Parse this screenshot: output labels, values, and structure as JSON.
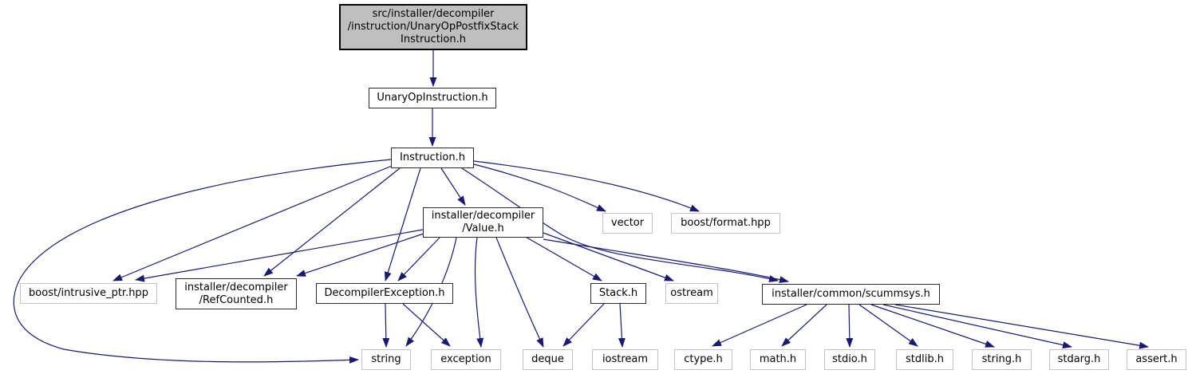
{
  "diagram": {
    "type": "include-dependency-graph",
    "edge_color": "#191970",
    "current_node_fill": "#bfbfbf",
    "node_fill": "#ffffff",
    "internal_border": "#2a2a2a",
    "external_border": "#c3c3c3",
    "nodes": [
      {
        "id": "main",
        "label": "src/installer/decompiler\n/instruction/UnaryOpPostfixStack\nInstruction.h",
        "kind": "current"
      },
      {
        "id": "unaryop",
        "label": "UnaryOpInstruction.h",
        "kind": "internal"
      },
      {
        "id": "instruction",
        "label": "Instruction.h",
        "kind": "internal"
      },
      {
        "id": "value",
        "label": "installer/decompiler\n/Value.h",
        "kind": "internal"
      },
      {
        "id": "vector",
        "label": "vector",
        "kind": "external"
      },
      {
        "id": "format",
        "label": "boost/format.hpp",
        "kind": "external"
      },
      {
        "id": "intrusive",
        "label": "boost/intrusive_ptr.hpp",
        "kind": "external"
      },
      {
        "id": "refcounted",
        "label": "installer/decompiler\n/RefCounted.h",
        "kind": "internal"
      },
      {
        "id": "decompexc",
        "label": "DecompilerException.h",
        "kind": "internal"
      },
      {
        "id": "stack",
        "label": "Stack.h",
        "kind": "internal"
      },
      {
        "id": "ostream",
        "label": "ostream",
        "kind": "external"
      },
      {
        "id": "scummsys",
        "label": "installer/common/scummsys.h",
        "kind": "internal"
      },
      {
        "id": "string",
        "label": "string",
        "kind": "external"
      },
      {
        "id": "exception",
        "label": "exception",
        "kind": "external"
      },
      {
        "id": "deque",
        "label": "deque",
        "kind": "external"
      },
      {
        "id": "iostream",
        "label": "iostream",
        "kind": "external"
      },
      {
        "id": "ctype",
        "label": "ctype.h",
        "kind": "external"
      },
      {
        "id": "math",
        "label": "math.h",
        "kind": "external"
      },
      {
        "id": "stdio",
        "label": "stdio.h",
        "kind": "external"
      },
      {
        "id": "stdlib",
        "label": "stdlib.h",
        "kind": "external"
      },
      {
        "id": "stringh",
        "label": "string.h",
        "kind": "external"
      },
      {
        "id": "stdarg",
        "label": "stdarg.h",
        "kind": "external"
      },
      {
        "id": "assert",
        "label": "assert.h",
        "kind": "external"
      }
    ],
    "edges": [
      {
        "from": "main",
        "to": "unaryop"
      },
      {
        "from": "unaryop",
        "to": "instruction"
      },
      {
        "from": "instruction",
        "to": "value"
      },
      {
        "from": "instruction",
        "to": "vector"
      },
      {
        "from": "instruction",
        "to": "format"
      },
      {
        "from": "instruction",
        "to": "scummsys"
      },
      {
        "from": "instruction",
        "to": "intrusive"
      },
      {
        "from": "instruction",
        "to": "refcounted"
      },
      {
        "from": "instruction",
        "to": "decompexc"
      },
      {
        "from": "instruction",
        "to": "string"
      },
      {
        "from": "value",
        "to": "intrusive"
      },
      {
        "from": "value",
        "to": "refcounted"
      },
      {
        "from": "value",
        "to": "decompexc"
      },
      {
        "from": "value",
        "to": "string"
      },
      {
        "from": "value",
        "to": "exception"
      },
      {
        "from": "value",
        "to": "deque"
      },
      {
        "from": "value",
        "to": "stack"
      },
      {
        "from": "value",
        "to": "ostream"
      },
      {
        "from": "value",
        "to": "scummsys"
      },
      {
        "from": "decompexc",
        "to": "string"
      },
      {
        "from": "decompexc",
        "to": "exception"
      },
      {
        "from": "stack",
        "to": "deque"
      },
      {
        "from": "stack",
        "to": "iostream"
      },
      {
        "from": "scummsys",
        "to": "ctype"
      },
      {
        "from": "scummsys",
        "to": "math"
      },
      {
        "from": "scummsys",
        "to": "stdio"
      },
      {
        "from": "scummsys",
        "to": "stdlib"
      },
      {
        "from": "scummsys",
        "to": "stringh"
      },
      {
        "from": "scummsys",
        "to": "stdarg"
      },
      {
        "from": "scummsys",
        "to": "assert"
      }
    ]
  }
}
